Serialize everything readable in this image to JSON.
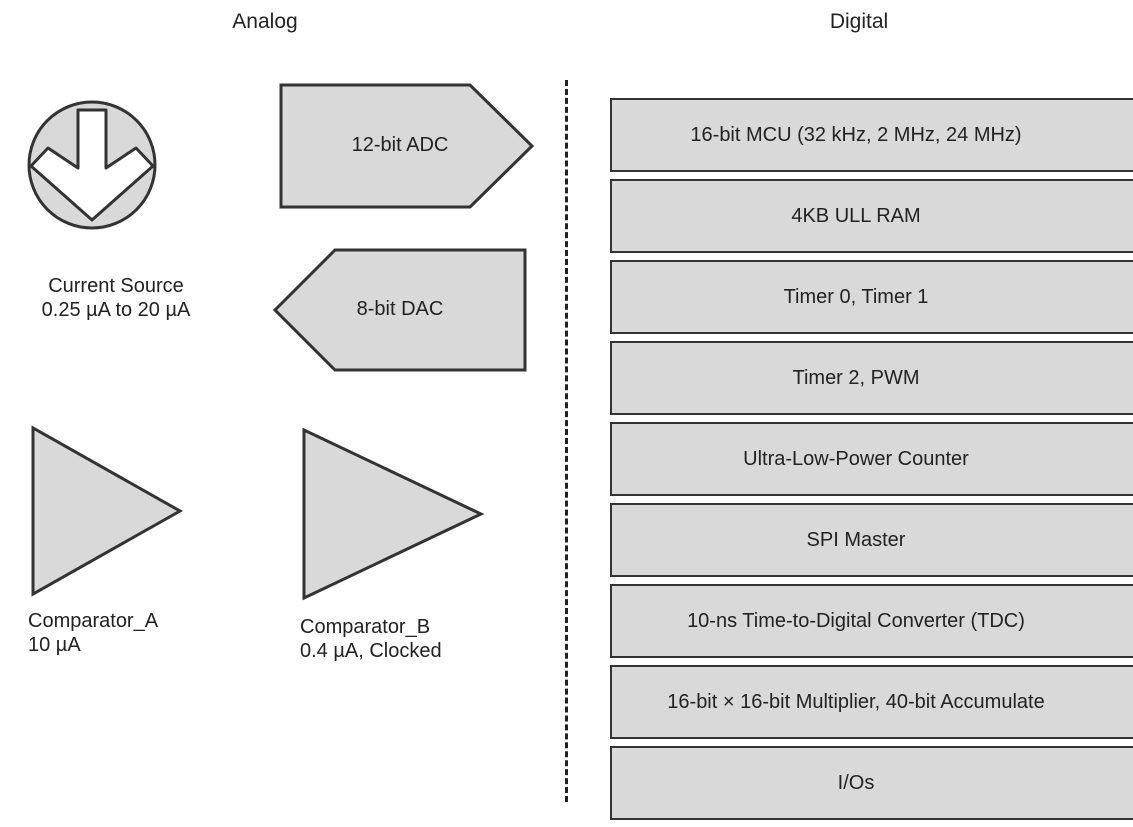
{
  "headings": {
    "analog": "Analog",
    "digital": "Digital"
  },
  "analog": {
    "current_source": {
      "icon": "down-arrow-icon",
      "line1": "Current Source",
      "line2": "0.25 µA to 20 µA"
    },
    "adc": {
      "label": "12-bit ADC"
    },
    "dac": {
      "label": "8-bit DAC"
    },
    "comparator_a": {
      "line1": "Comparator_A",
      "line2": "10 µA"
    },
    "comparator_b": {
      "line1": "Comparator_B",
      "line2": "0.4 µA, Clocked"
    }
  },
  "digital": {
    "blocks": [
      "16-bit MCU (32 kHz, 2 MHz, 24 MHz)",
      "4KB ULL RAM",
      "Timer 0, Timer 1",
      "Timer 2, PWM",
      "Ultra-Low-Power Counter",
      "SPI Master",
      "10-ns Time-to-Digital Converter (TDC)",
      "16-bit × 16-bit Multiplier, 40-bit Accumulate",
      "I/Os"
    ]
  },
  "colors": {
    "fill": "#d9d9d9",
    "stroke": "#333333"
  }
}
